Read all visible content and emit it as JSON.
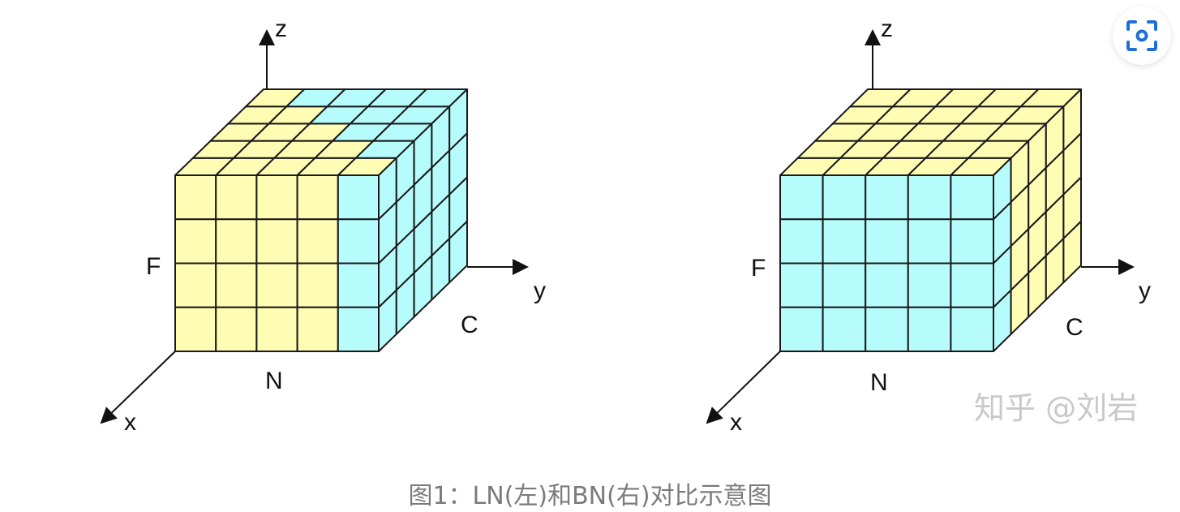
{
  "colors": {
    "yellow": "#fffcb4",
    "cyan": "#b7fcfd",
    "line": "#1a1a1a",
    "caption": "#7b7b7b"
  },
  "left_cube": {
    "labels": {
      "z": "z",
      "y": "y",
      "x": "x",
      "F": "F",
      "N": "N",
      "C": "C"
    }
  },
  "right_cube": {
    "labels": {
      "z": "z",
      "y": "y",
      "x": "x",
      "F": "F",
      "N": "N",
      "C": "C"
    }
  },
  "watermark": "知乎 @刘岩",
  "caption": "图1：LN(左)和BN(右)对比示意图",
  "scan_icon": "scan-icon"
}
